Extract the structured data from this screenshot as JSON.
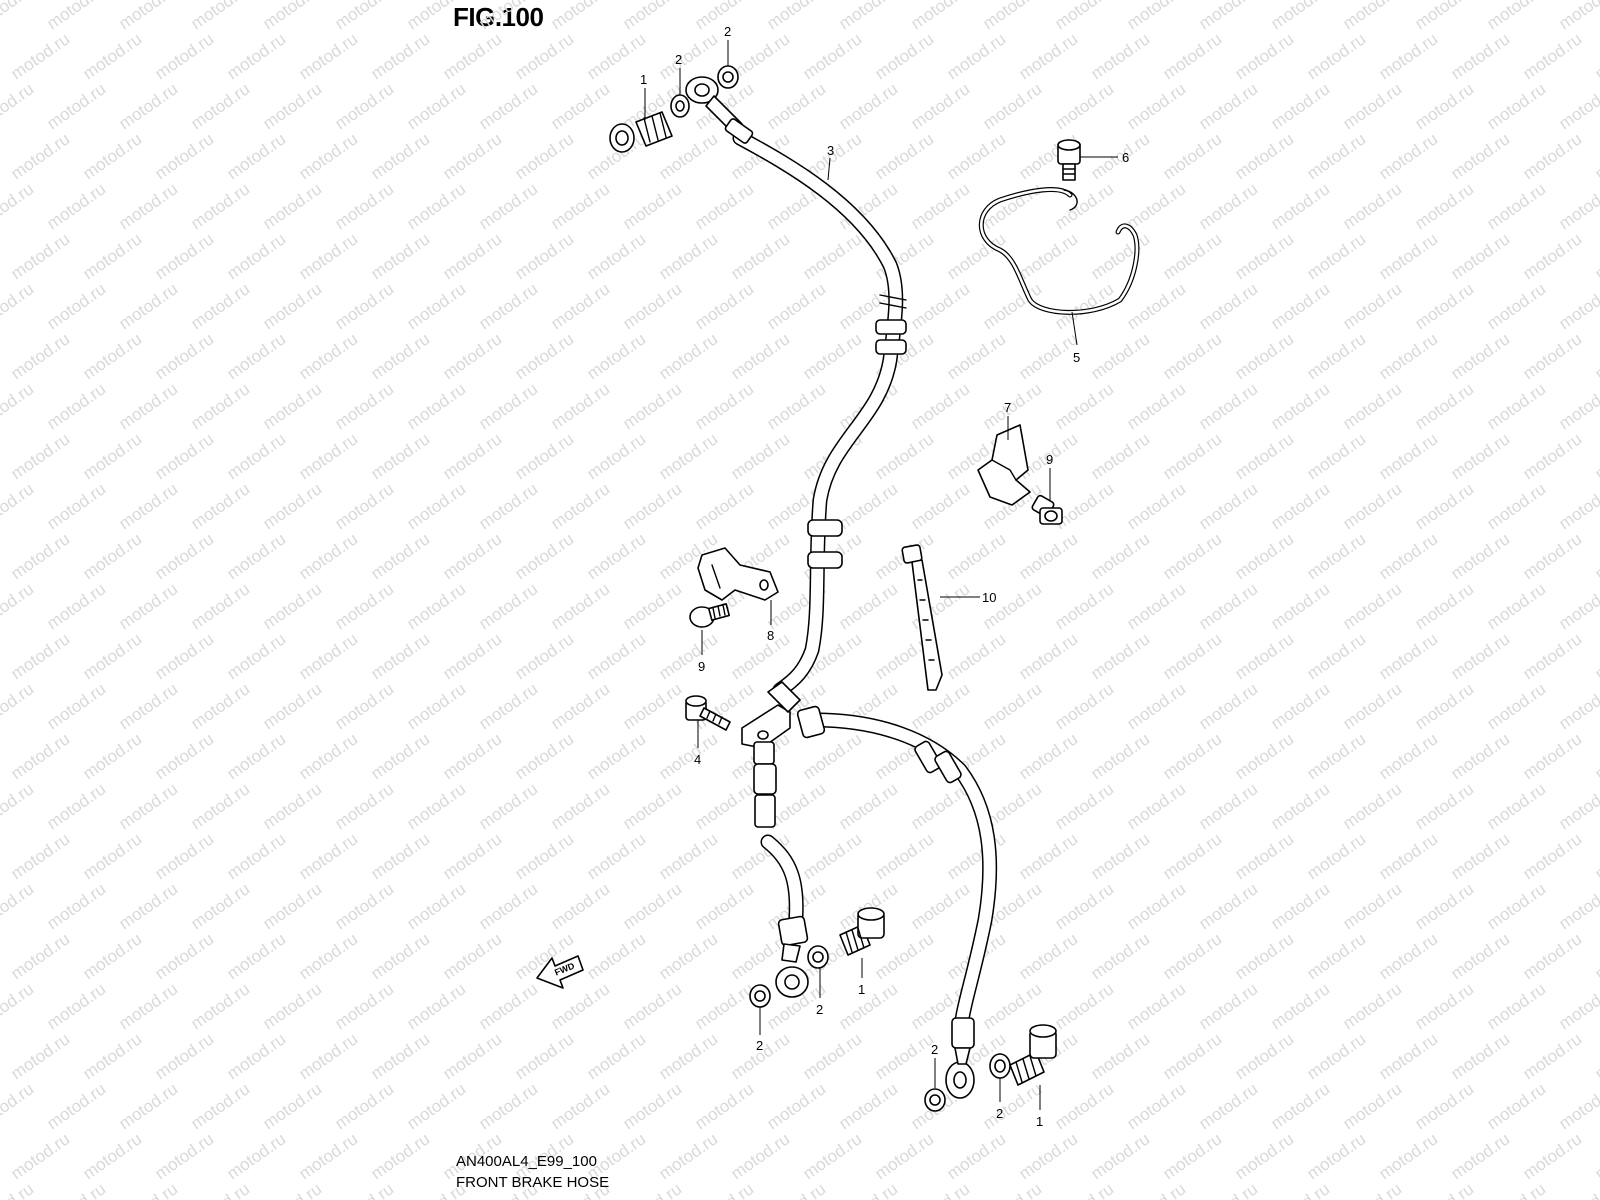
{
  "figure": {
    "title": "FIG.100",
    "model_code": "AN400AL4_E99_100",
    "name": "FRONT BRAKE HOSE"
  },
  "watermark": "motod.ru",
  "direction_marker": "FWD",
  "callouts": {
    "bolt_top": "1",
    "washer_top_a": "2",
    "washer_top_b": "2",
    "hose_upper": "3",
    "bolt_joint": "4",
    "clamp_wire": "5",
    "bolt_6": "6",
    "clamp_7": "7",
    "bolt_9_right": "9",
    "bracket_8": "8",
    "bolt_9_left": "9",
    "tie_10": "10",
    "bolt_lower_left": "1",
    "washer_ll_a": "2",
    "washer_ll_b": "2",
    "washer_lr_a": "2",
    "washer_lr_b": "2",
    "bolt_lower_right": "1"
  }
}
